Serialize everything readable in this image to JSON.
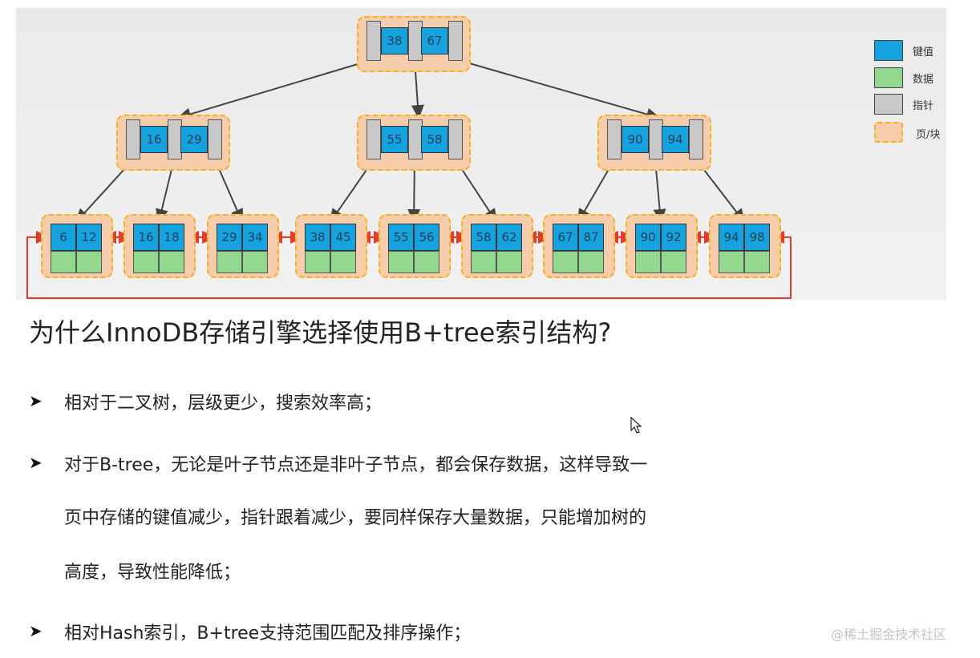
{
  "legend": [
    {
      "label": "键值",
      "color": "#14a3df"
    },
    {
      "label": "数据",
      "color": "#92d98f"
    },
    {
      "label": "指针",
      "color": "#c8c8c8"
    },
    {
      "label": "页/块",
      "color": "#f6ccaa"
    }
  ],
  "tree": {
    "root": {
      "keys": [
        "38",
        "67"
      ]
    },
    "internal": [
      {
        "keys": [
          "16",
          "29"
        ]
      },
      {
        "keys": [
          "55",
          "58"
        ]
      },
      {
        "keys": [
          "90",
          "94"
        ]
      }
    ],
    "leaves": [
      {
        "keys": [
          "6",
          "12"
        ]
      },
      {
        "keys": [
          "16",
          "18"
        ]
      },
      {
        "keys": [
          "29",
          "34"
        ]
      },
      {
        "keys": [
          "38",
          "45"
        ]
      },
      {
        "keys": [
          "55",
          "56"
        ]
      },
      {
        "keys": [
          "58",
          "62"
        ]
      },
      {
        "keys": [
          "67",
          "87"
        ]
      },
      {
        "keys": [
          "90",
          "92"
        ]
      },
      {
        "keys": [
          "94",
          "98"
        ]
      }
    ]
  },
  "title": "为什么InnoDB存储引擎选择使用B+tree索引结构?",
  "points": [
    {
      "lines": [
        "相对于二叉树，层级更少，搜索效率高；"
      ]
    },
    {
      "lines": [
        "对于B-tree，无论是叶子节点还是非叶子节点，都会保存数据，这样导致一",
        "页中存储的键值减少，指针跟着减少，要同样保存大量数据，只能增加树的",
        "高度，导致性能降低；"
      ]
    },
    {
      "lines": [
        "相对Hash索引，B+tree支持范围匹配及排序操作；"
      ]
    }
  ],
  "watermark": "@稀土掘金技术社区"
}
